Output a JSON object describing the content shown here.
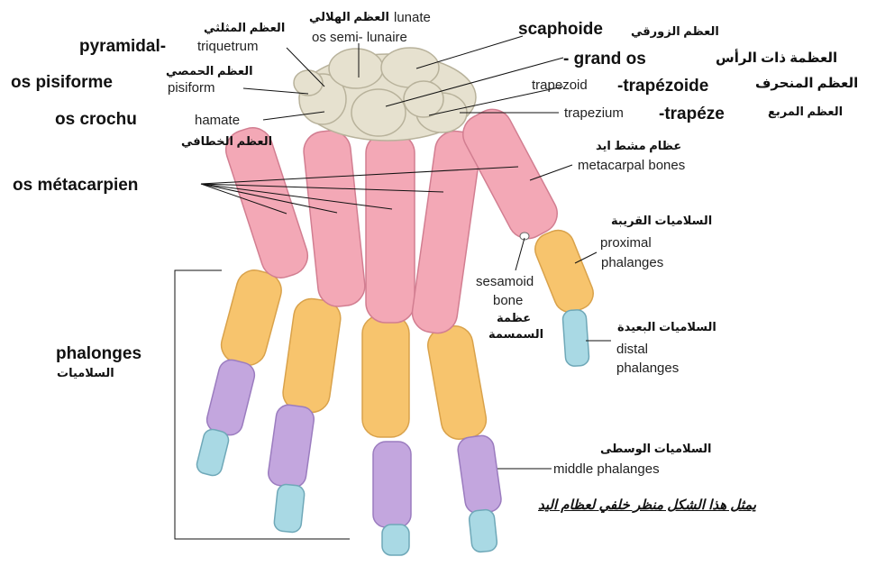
{
  "carpals": {
    "lunate": {
      "ar": "العظم الهلالي",
      "en": "lunate",
      "fr": "os semi- lunaire"
    },
    "triquetrum": {
      "fr": "pyramidal-",
      "ar": "العظم المثلثي",
      "en": "triquetrum"
    },
    "scaphoide": {
      "fr": "scaphoide",
      "ar": "العظم الزورقي"
    },
    "grand_os": {
      "fr": "- grand os",
      "ar": "العظمة ذات الرأس"
    },
    "pisiform": {
      "fr": "os pisiforme",
      "ar": "العظم الحمصي",
      "en": "pisiform"
    },
    "trapezoid": {
      "en": "trapezoid",
      "fr": "-trapézoide",
      "ar": "العظم المنحرف"
    },
    "hamate": {
      "fr": "os crochu",
      "en": "hamate",
      "ar": "العظم الخطافي"
    },
    "trapezium": {
      "en": "trapezium",
      "fr": "-trapéze",
      "ar": "العظم المربع"
    }
  },
  "metacarpals": {
    "ar": "عظام مشط ايد",
    "en": "metacarpal bones",
    "fr": "os métacarpien"
  },
  "proximal": {
    "ar": "السلاميات القريبة",
    "en1": "proximal",
    "en2": "phalanges"
  },
  "sesamoid": {
    "en1": "sesamoid",
    "en2": "bone",
    "ar1": "عظمة",
    "ar2": "السمسمة"
  },
  "distal": {
    "ar": "السلاميات البعيدة",
    "en1": "distal",
    "en2": "phalanges"
  },
  "phalanges": {
    "fr": "phalonges",
    "ar": "السلاميات"
  },
  "middle": {
    "ar": "السلاميات الوسطى",
    "en": "middle phalanges"
  },
  "caption": "يمثل هذا الشكل منظر خلفي لعظام اليد",
  "colors": {
    "carpal": "#e6e1cf",
    "metacarpal": "#f3a8b6",
    "proximal_phalanx": "#f7c46d",
    "middle_phalanx": "#c3a6de",
    "distal_phalanx": "#a9d9e4",
    "leader_line": "#111111"
  }
}
